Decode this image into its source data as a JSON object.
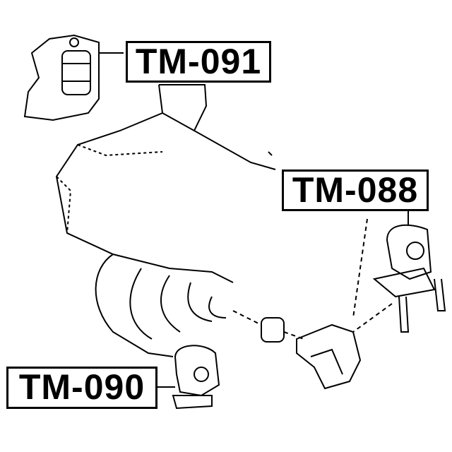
{
  "parts": [
    {
      "id": "tm-091",
      "label": "TM-091"
    },
    {
      "id": "tm-088",
      "label": "TM-088"
    },
    {
      "id": "tm-090",
      "label": "TM-090"
    }
  ]
}
